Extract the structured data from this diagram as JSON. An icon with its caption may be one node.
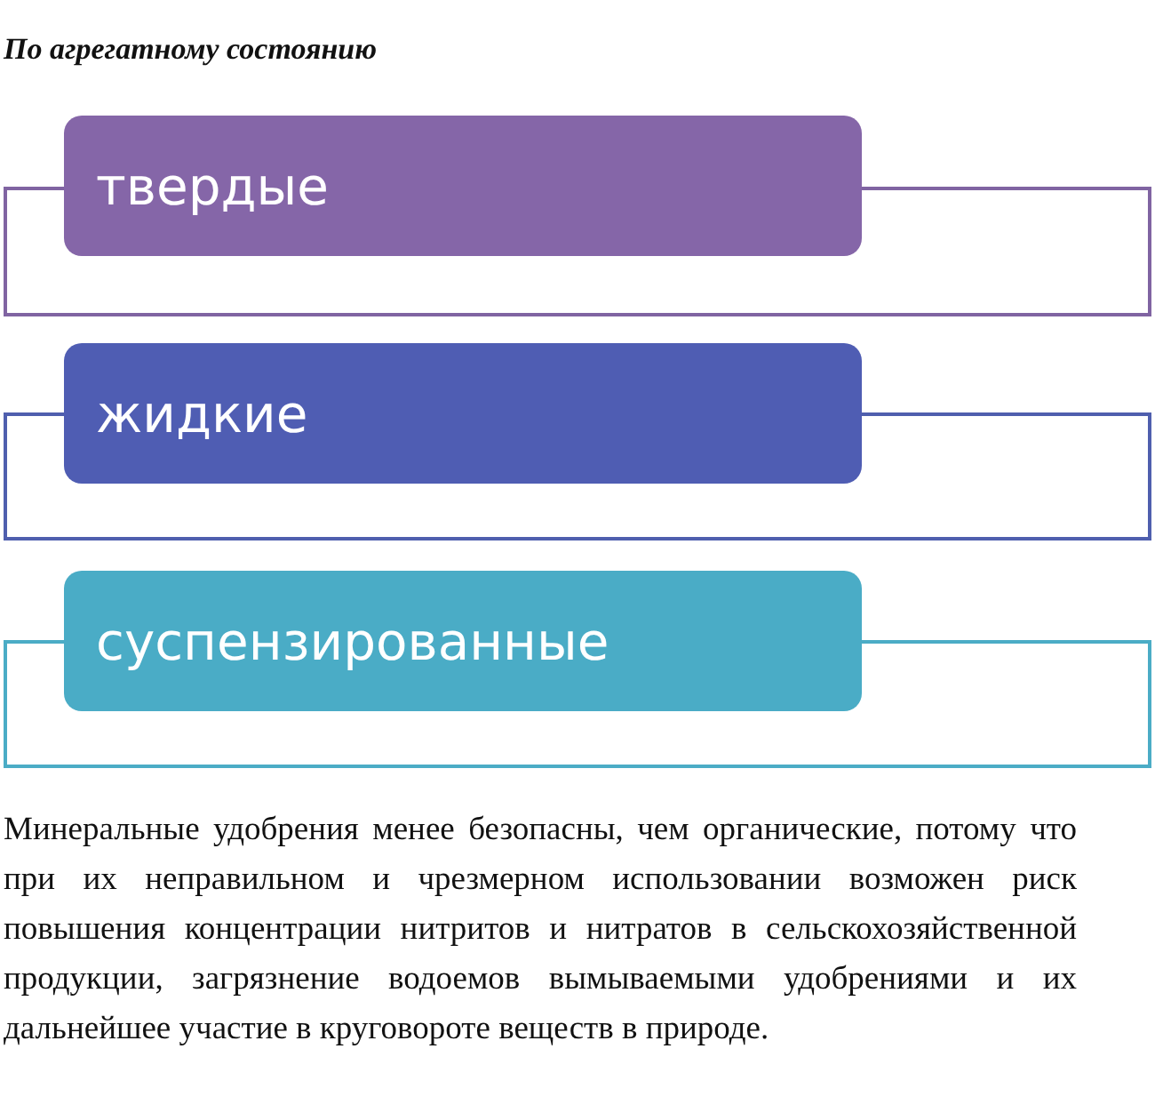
{
  "diagram": {
    "title": "По агрегатному состоянию",
    "nodes": [
      {
        "text": [
          "твердые"
        ]
      },
      {
        "text": [],
        "shape": "box"
      },
      {
        "text": [
          "жидкие"
        ]
      },
      {
        "text": [],
        "shape": "box"
      },
      {
        "text": [
          "суспензированные"
        ]
      },
      {
        "text": [],
        "shape": "box"
      }
    ],
    "edges": [],
    "labels": [
      "Минеральные удобрения менее безопасны, чем органические, потому что при их неправильном и чрезмерном использовании возможен риск повышения концентрации нитритов и нитратов в сельскохозяйственной продукции, загрязнение водоемов вымываемыми удобрениями и их дальнейшее участие в круговороте веществ в природе."
    ]
  }
}
